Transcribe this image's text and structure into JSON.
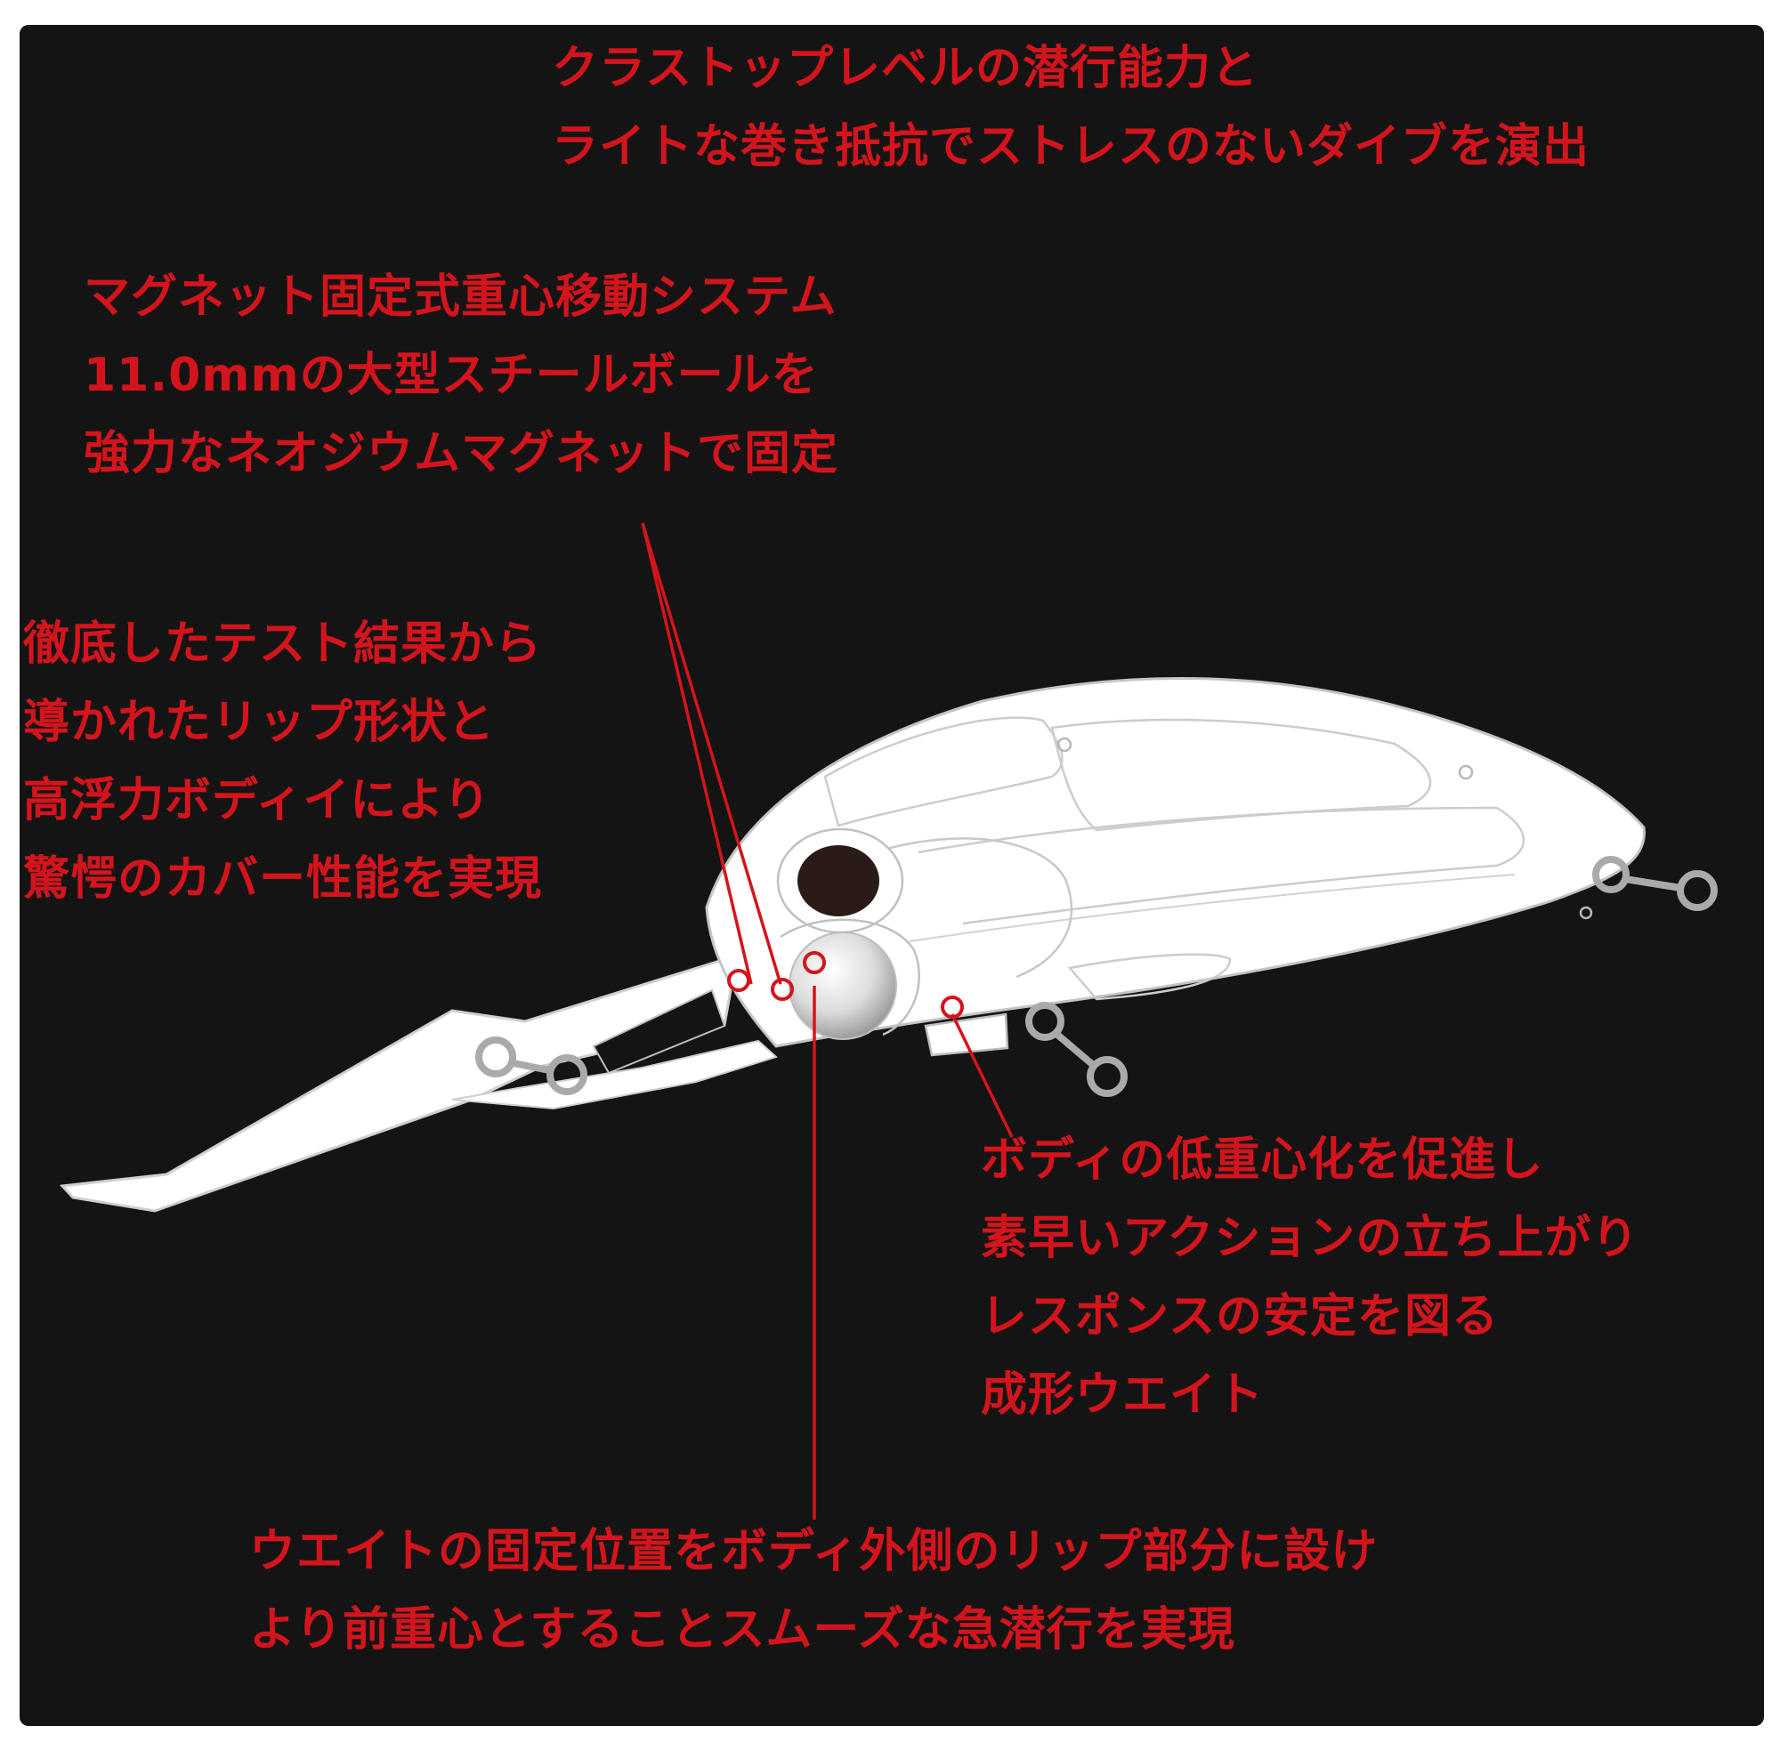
{
  "colors": {
    "background": "#141414",
    "annotation": "#d4141c",
    "lure_body": "#ffffff",
    "lure_outline": "#bcbcbc"
  },
  "callouts": {
    "dive": [
      "クラストップレベルの潜行能力と",
      "ライトな巻き抵抗でストレスのないダイブを演出"
    ],
    "magnet": [
      "マグネット固定式重心移動システム",
      "11.0mmの大型スチールボールを",
      "強力なネオジウムマグネットで固定"
    ],
    "lip": [
      "徹底したテスト結果から",
      "導かれたリップ形状と",
      "高浮力ボディイにより",
      "驚愕のカバー性能を実現"
    ],
    "weight": [
      "ボディの低重心化を促進し",
      "素早いアクションの立ち上がり",
      "レスポンスの安定を図る",
      "成形ウエイト"
    ],
    "front": [
      "ウエイトの固定位置をボディ外側のリップ部分に設け",
      "より前重心とすることスムーズな急潜行を実現"
    ]
  },
  "icons": {
    "lure": "crankbait-lure-illustration",
    "eye": "lure-eye-icon",
    "ball": "steel-ball-icon",
    "marker": "callout-ring-marker"
  }
}
